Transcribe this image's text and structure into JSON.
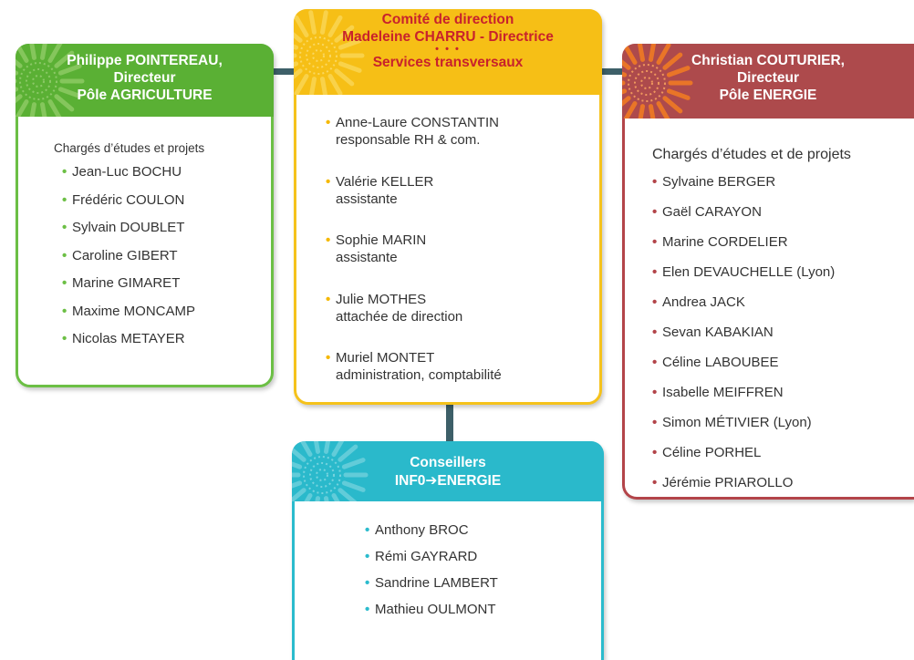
{
  "colors": {
    "agriculture": "#5ab034",
    "direction": "#f6bf16",
    "direction_text": "#c8222c",
    "energie": "#ad4a4c",
    "conseillers": "#2ab9cb",
    "connector": "#3d5f68"
  },
  "agriculture": {
    "header": [
      "Philippe POINTEREAU,",
      "Directeur",
      "Pôle AGRICULTURE"
    ],
    "subtitle": "Chargés d’études et projets",
    "people": [
      "Jean-Luc BOCHU",
      "Frédéric COULON",
      "Sylvain DOUBLET",
      "Caroline GIBERT",
      "Marine GIMARET",
      "Maxime MONCAMP",
      "Nicolas METAYER"
    ]
  },
  "direction": {
    "header": [
      "Comité de direction",
      "Madeleine CHARRU - Directrice",
      "• • •",
      "Services transversaux"
    ],
    "people": [
      {
        "name": "Anne-Laure CONSTANTIN",
        "role": "responsable RH & com."
      },
      {
        "name": "Valérie KELLER",
        "role": "assistante"
      },
      {
        "name": "Sophie MARIN",
        "role": "assistante"
      },
      {
        "name": "Julie MOTHES",
        "role": "attachée de direction"
      },
      {
        "name": "Muriel MONTET",
        "role": "administration, comptabilité"
      }
    ]
  },
  "energie": {
    "header": [
      "Christian COUTURIER,",
      "Directeur",
      "Pôle ENERGIE"
    ],
    "subtitle": "Chargés d’études et de projets",
    "people": [
      "Sylvaine BERGER",
      "Gaël CARAYON",
      "Marine CORDELIER",
      "Elen DEVAUCHELLE (Lyon)",
      "Andrea JACK",
      "Sevan KABAKIAN",
      "Céline LABOUBEE",
      "Isabelle MEIFFREN",
      "Simon MÉTIVIER (Lyon)",
      "Céline PORHEL",
      "Jérémie PRIAROLLO"
    ]
  },
  "conseillers": {
    "header": [
      "Conseillers",
      "INF0➔ENERGIE"
    ],
    "people": [
      "Anthony BROC",
      "Rémi GAYRARD",
      "Sandrine LAMBERT",
      "Mathieu OULMONT"
    ]
  }
}
